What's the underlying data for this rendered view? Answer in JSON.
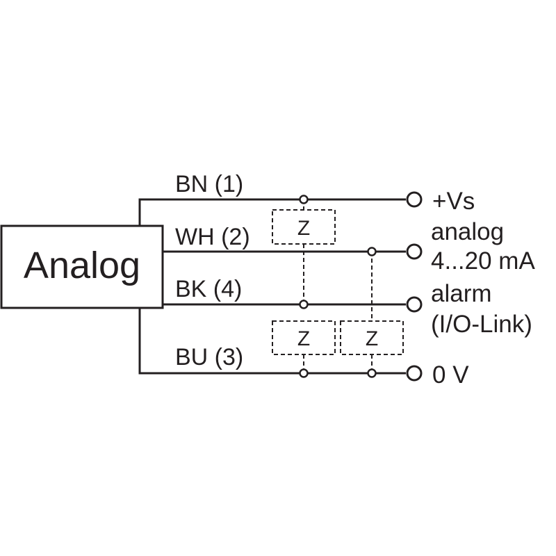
{
  "module": {
    "label": "Analog"
  },
  "wires": [
    {
      "id": "bn",
      "label": "BN (1)"
    },
    {
      "id": "wh",
      "label": "WH (2)"
    },
    {
      "id": "bk",
      "label": "BK (4)"
    },
    {
      "id": "bu",
      "label": "BU (3)"
    }
  ],
  "terminals": {
    "vs": "+Vs",
    "analog_line1": "analog",
    "analog_line2": "4...20 mA",
    "alarm_line1": "alarm",
    "alarm_line2": "(I/O-Link)",
    "zero": "0 V"
  },
  "loads": [
    {
      "id": "load-top",
      "label": "Z"
    },
    {
      "id": "load-bottom-left",
      "label": "Z"
    },
    {
      "id": "load-bottom-right",
      "label": "Z"
    }
  ]
}
